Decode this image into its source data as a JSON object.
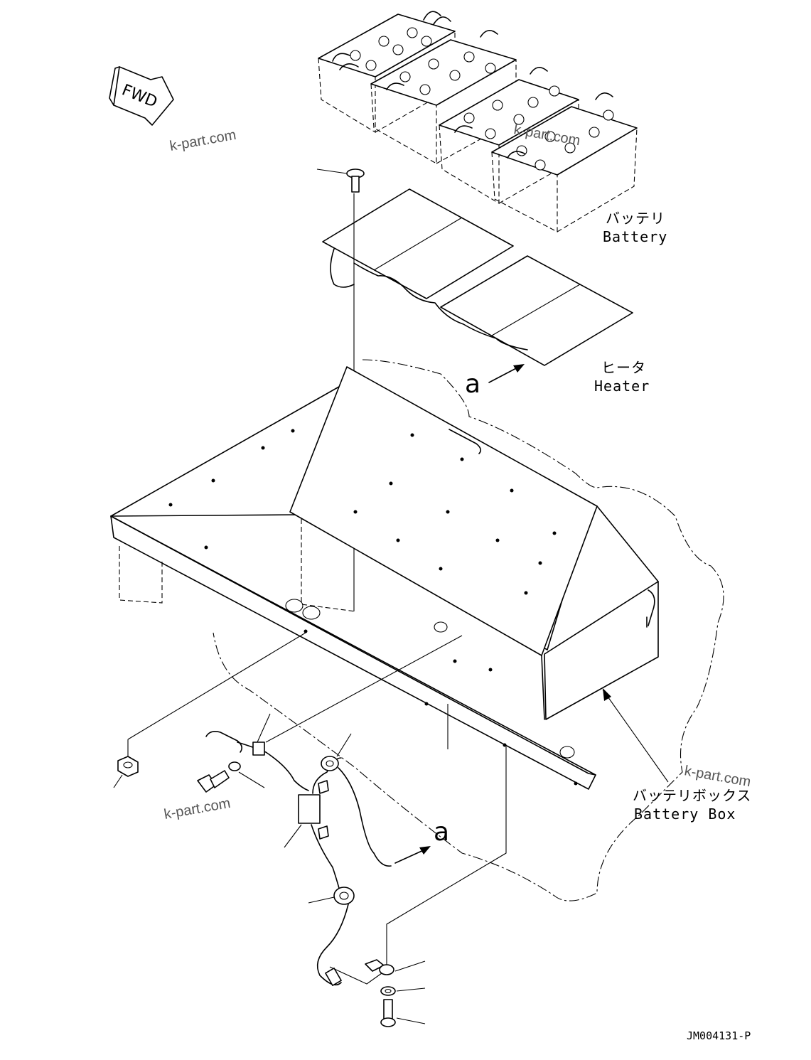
{
  "labels": {
    "battery_jp": "バッテリ",
    "battery_en": "Battery",
    "heater_jp": "ヒータ",
    "heater_en": "Heater",
    "battery_box_jp": "バッテリボックス",
    "battery_box_en": "Battery Box",
    "ref_a_upper": "a",
    "ref_a_lower": "a",
    "fwd": "FWD"
  },
  "watermarks": [
    "k-part.com",
    "k-part.com",
    "k-part.com",
    "k-part.com"
  ],
  "drawing_code": "JM004131-P"
}
